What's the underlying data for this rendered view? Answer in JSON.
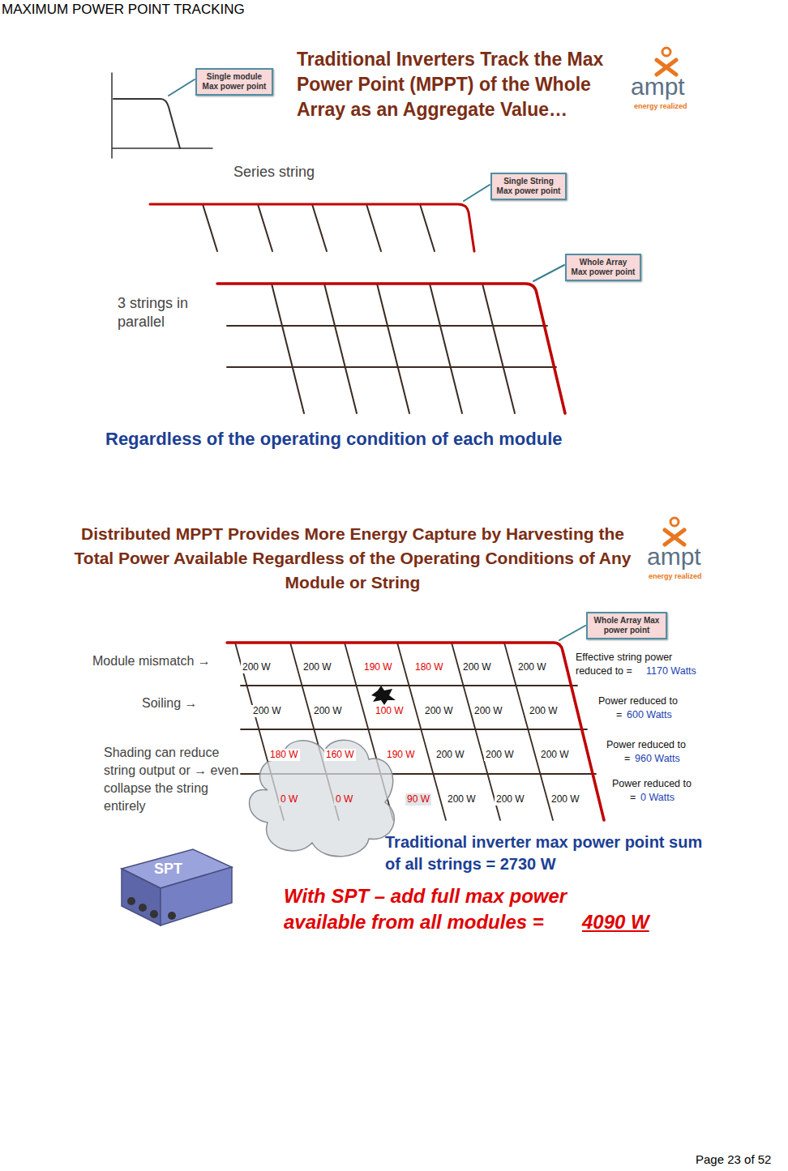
{
  "diagram": {
    "title": "MAXIMUM POWER POINT TRACKING",
    "nodes": [
      {
        "text": [
          "Single module Max power point"
        ]
      },
      {
        "text": [
          "Single String Max power point"
        ]
      },
      {
        "text": [
          "Whole Array Max power point"
        ]
      },
      {
        "text": [
          "Whole Array Max power point"
        ]
      }
    ],
    "labels": [
      "Traditional Inverters Track the Max Power Point (MPPT) of the Whole Array as an Aggregate Value…",
      "ampt",
      "energy realized",
      "Series string",
      "3 strings in parallel",
      "Regardless of the operating condition of each module",
      "Distributed MPPT Provides More Energy Capture by Harvesting the Total Power Available Regardless of the Operating Conditions of Any Module or String",
      "ampt",
      "energy realized",
      "Module mismatch →",
      "Soiling →",
      "Shading can reduce string output or → even collapse the string entirely",
      "200 W",
      "200 W",
      "190 W",
      "180 W",
      "200 W",
      "200 W",
      "200 W",
      "200 W",
      "100 W",
      "200 W",
      "200 W",
      "200 W",
      "180 W",
      "160 W",
      "190 W",
      "200 W",
      "200 W",
      "200 W",
      "0 W",
      "0 W",
      "90 W",
      "200 W",
      "200 W",
      "200 W",
      "Effective string power reduced to =",
      "1170 Watts",
      "Power reduced to =",
      "600 Watts",
      "Power reduced to =",
      "960 Watts",
      "Power reduced to =",
      "0 Watts",
      "Traditional inverter max power point sum of all strings = 2730 W",
      "With SPT – add full max power available from all modules =",
      "4090 W",
      "SPT",
      "Page 23 of 52"
    ]
  }
}
